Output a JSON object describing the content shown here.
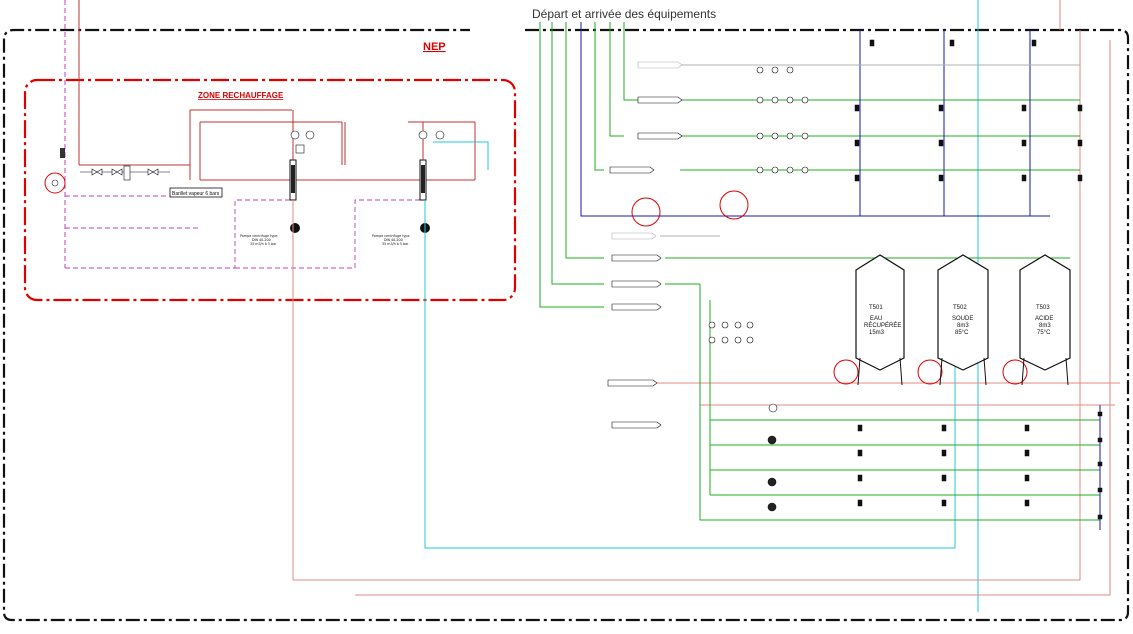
{
  "header": {
    "caption": "Départ et arrivée des équipements"
  },
  "zones": {
    "nep": {
      "title": "NEP"
    },
    "rechauffage": {
      "title": "ZONE RECHAUFFAGE"
    }
  },
  "steam": {
    "label": "Barillet vapeur 6 bars"
  },
  "pumps": {
    "left_a": {
      "desc_1": "Pompe centrifuge type",
      "desc_2": "DIN 40-200",
      "desc_3": "35 m3/h à 5 bar"
    },
    "left_b": {
      "desc_1": "Pompe centrifuge type",
      "desc_2": "DIN 40-200",
      "desc_3": "35 m3/h à 5 bar"
    }
  },
  "tanks": [
    {
      "tag": "T501",
      "line1": "EAU",
      "line2": "RÉCUPÉRÉE",
      "line3": "15m3"
    },
    {
      "tag": "T502",
      "line1": "SOUDE",
      "line2": "8m3",
      "line3": "85°C"
    },
    {
      "tag": "T503",
      "line1": "ACIDE",
      "line2": "8m3",
      "line3": "75°C"
    }
  ],
  "colors": {
    "border": "#111111",
    "nep_line": "#c03030",
    "zone": "#e00000",
    "green": "#1fae1f",
    "cyan": "#22c8d8",
    "blue": "#1a1aa8",
    "purple": "#c040c0",
    "salmon": "#e08a80",
    "grey": "#b0b0b0"
  }
}
